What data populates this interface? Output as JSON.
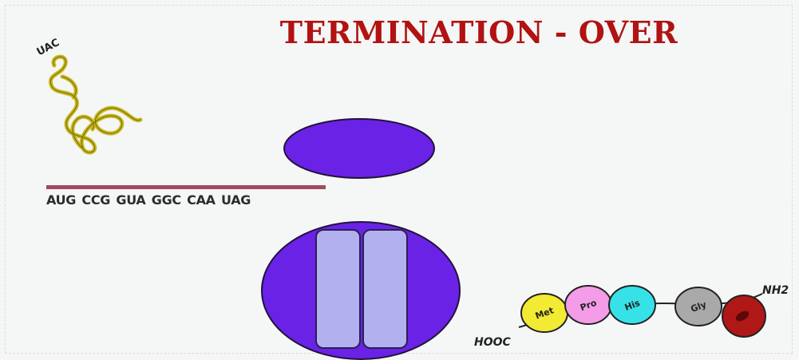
{
  "slide": {
    "title": "TERMINATION - OVER"
  },
  "trna": {
    "anticodon": "UAC"
  },
  "mrna": {
    "sequence": "AUG CCG GUA GGC CAA UAG"
  },
  "peptide": {
    "c_terminus": "HOOC",
    "n_terminus": "NH2",
    "amino_acids": [
      {
        "label": "Met",
        "color": "#f2ea33"
      },
      {
        "label": "Pro",
        "color": "#f49ce8"
      },
      {
        "label": "His",
        "color": "#36e2e8"
      },
      {
        "label": "Gly",
        "color": "#a9a9a9"
      },
      {
        "label": "",
        "color": "#b01717"
      }
    ]
  },
  "colors": {
    "title": "#b11212",
    "ribosome": "#6a22e6",
    "ribosome_outline": "#23113d",
    "ribosome_slots": "#b3b0f0",
    "trna": "#c9b81c",
    "mrna_line": "#a14a63"
  }
}
